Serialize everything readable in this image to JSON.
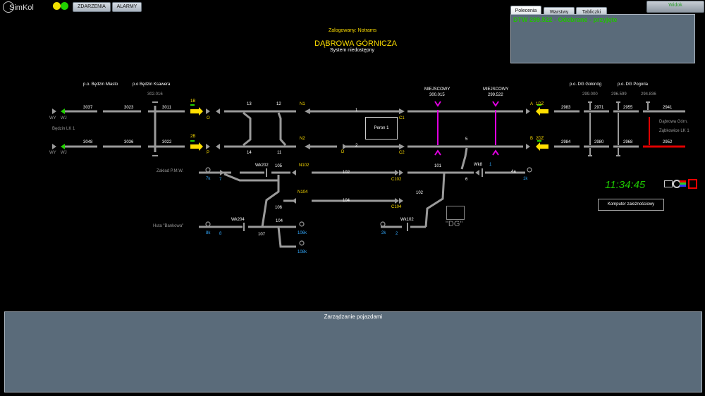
{
  "app": {
    "name": "SimKol"
  },
  "toolbar": {
    "events_label": "ZDARZENIA",
    "alarms_label": "ALARMY"
  },
  "lamps": {
    "left_color": "#f0e000",
    "right_color": "#22d000"
  },
  "tabs": {
    "commands": "Polecenia",
    "layers": "Warstwy",
    "plates": "Tabliczki"
  },
  "top_right_status": "Widok",
  "command_log": "DTW 299.522 - Odebrane - przyjęte",
  "header": {
    "logged_in": "Zalogowany: Notrams",
    "station": "DĄBROWA GÓRNICZA",
    "system_status": "System niedostępny"
  },
  "labels": {
    "bedzin_miasto": "p.o. Będzin Miasto",
    "bedzin_ksawera": "p.o Będzin Ksawera",
    "km_302": "302.016",
    "wy1": "WY",
    "wj1": "WJ",
    "wy2": "WY",
    "wj2": "WJ",
    "bedzin_lk1": "Będzin LK 1",
    "b3037": "3037",
    "b3023": "3023",
    "b3011": "3011",
    "b3048": "3048",
    "b3036": "3036",
    "b3022": "3022",
    "sig_1b": "1B",
    "sig_2b": "2B",
    "sig_o": "O",
    "sig_p": "P",
    "n13": "13",
    "n12": "12",
    "n14": "14",
    "n11": "11",
    "n1": "N1",
    "n2": "N2",
    "t1": "1",
    "t2": "2",
    "sig_d": "D",
    "peron": "Peron 1",
    "c1": "C1",
    "c2": "C2",
    "miejsc1": "MIEJSCOWY",
    "km1": "300.015",
    "miejsc2": "MIEJSCOWY",
    "km2": "299.522",
    "n5": "5",
    "sig_a": "A",
    "sig_1dz": "1DZ",
    "sig_b": "B",
    "sig_2dz": "2DZ",
    "b2983": "2983",
    "b2971": "2971",
    "b2955": "2955",
    "b2941": "2941",
    "b2984": "2984",
    "b2980": "2980",
    "b2968": "2968",
    "b2952": "2952",
    "dg_golonog": "p.o. DG Gołonóg",
    "dg_pogoria": "p.o. DG Pogoria",
    "km_299000": "299.000",
    "km_296": "296.599",
    "km_294": "294.836",
    "dabrowa_gorn": "Dąbrowa Górn.",
    "zabkowice": "Ząbkowice LK 1",
    "zaklad": "Zakład P.M.W.",
    "s7k": "7k",
    "s7": "7",
    "wk202": "Wk202",
    "n105": "105",
    "n102": "N102",
    "t102": "102",
    "c102": "C102",
    "t101": "101",
    "wk8": "Wk8",
    "n1b": "1",
    "n6": "6",
    "n4a": "4a",
    "s1k": "1k",
    "n104b": "N104",
    "t104": "104",
    "c104": "C104",
    "t102b": "102",
    "n106": "106",
    "huta": "Huta \"Bankowa\"",
    "s8k": "8k",
    "s8": "8",
    "wk204": "Wk204",
    "n104c": "104",
    "n107": "107",
    "s106k": "106k",
    "s108k": "108k",
    "s2k": "2k",
    "s2": "2",
    "wk102": "Wk102",
    "dg": "\"DG\""
  },
  "clock": "11:34:45",
  "computer_button": "Komputer zależnościowy",
  "bottom": {
    "title": "Zarządzanie pojazdami"
  }
}
